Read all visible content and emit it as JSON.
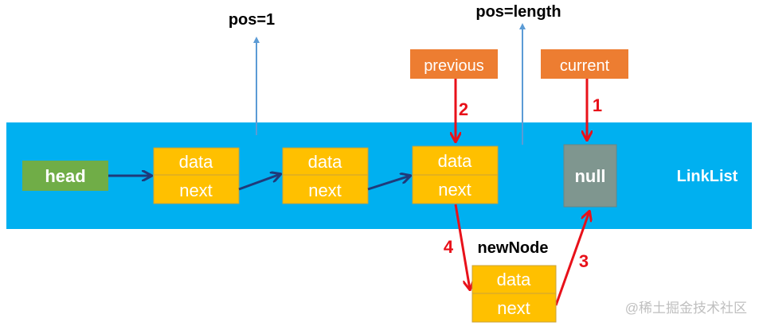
{
  "labels": {
    "pos_first": "pos=1",
    "pos_last": "pos=length",
    "previous": "previous",
    "current": "current",
    "head": "head",
    "null": "null",
    "list_name": "LinkList",
    "new_node": "newNode",
    "watermark": "@稀土掘金技术社区"
  },
  "nodes": [
    {
      "data": "data",
      "next": "next"
    },
    {
      "data": "data",
      "next": "next"
    },
    {
      "data": "data",
      "next": "next"
    }
  ],
  "new_node_fields": {
    "data": "data",
    "next": "next"
  },
  "steps": [
    "1",
    "2",
    "3",
    "4"
  ],
  "colors": {
    "band": "#00b0f0",
    "node_fill": "#ffc000",
    "node_border": "#c9a23a",
    "head_fill": "#70ad47",
    "null_fill": "#7f968f",
    "pointer_fill": "#ed7d31",
    "link_arrow": "#1f3a7a",
    "step_arrow": "#e8111a",
    "pos_arrow": "#5b9bd5"
  }
}
